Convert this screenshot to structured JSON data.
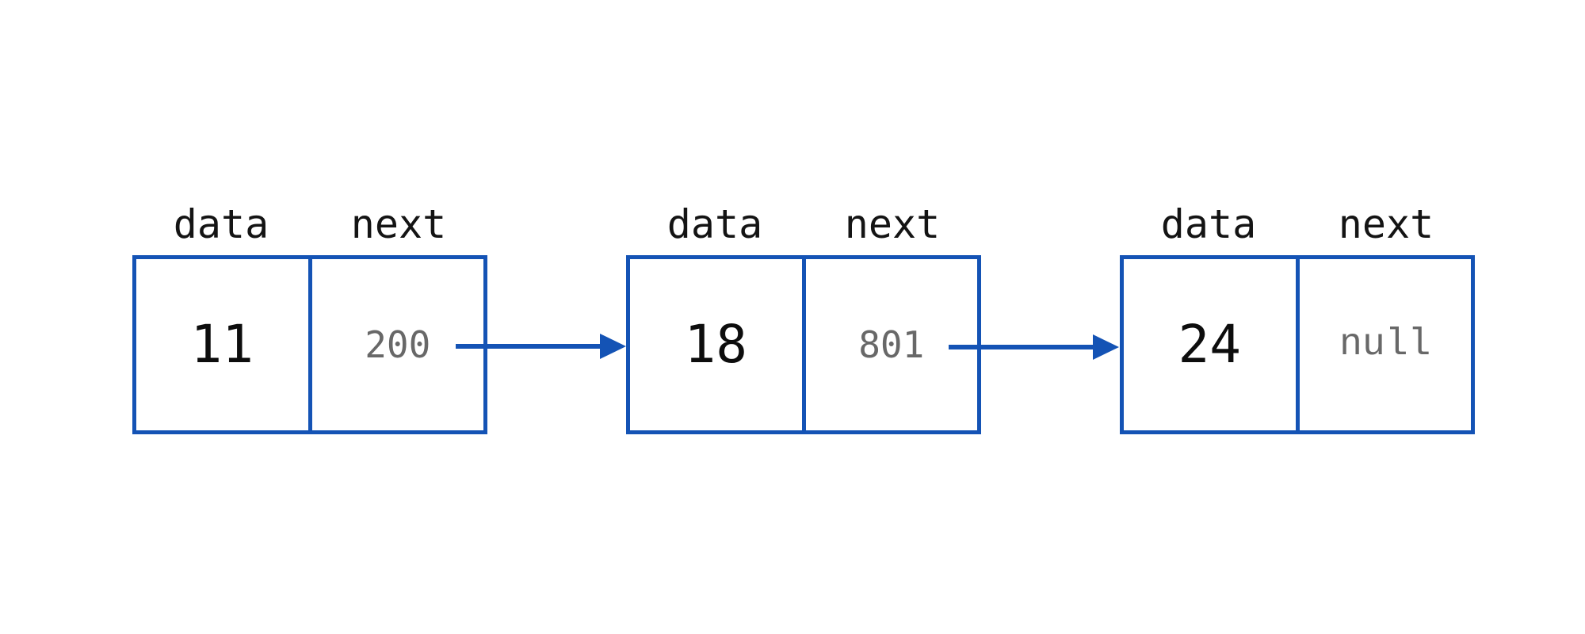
{
  "colors": {
    "accent_blue": "#1453b5",
    "value_black": "#0d0d0d",
    "pointer_gray": "#686868",
    "label_black": "#141414",
    "background": "#ffffff"
  },
  "nodes": [
    {
      "data_label": "data",
      "next_label": "next",
      "data_value": "11",
      "next_value": "200"
    },
    {
      "data_label": "data",
      "next_label": "next",
      "data_value": "18",
      "next_value": "801"
    },
    {
      "data_label": "data",
      "next_label": "next",
      "data_value": "24",
      "next_value": "null"
    }
  ],
  "links": [
    {
      "from_next_value": "200",
      "to_data_value": "18"
    },
    {
      "from_next_value": "801",
      "to_data_value": "24"
    }
  ]
}
